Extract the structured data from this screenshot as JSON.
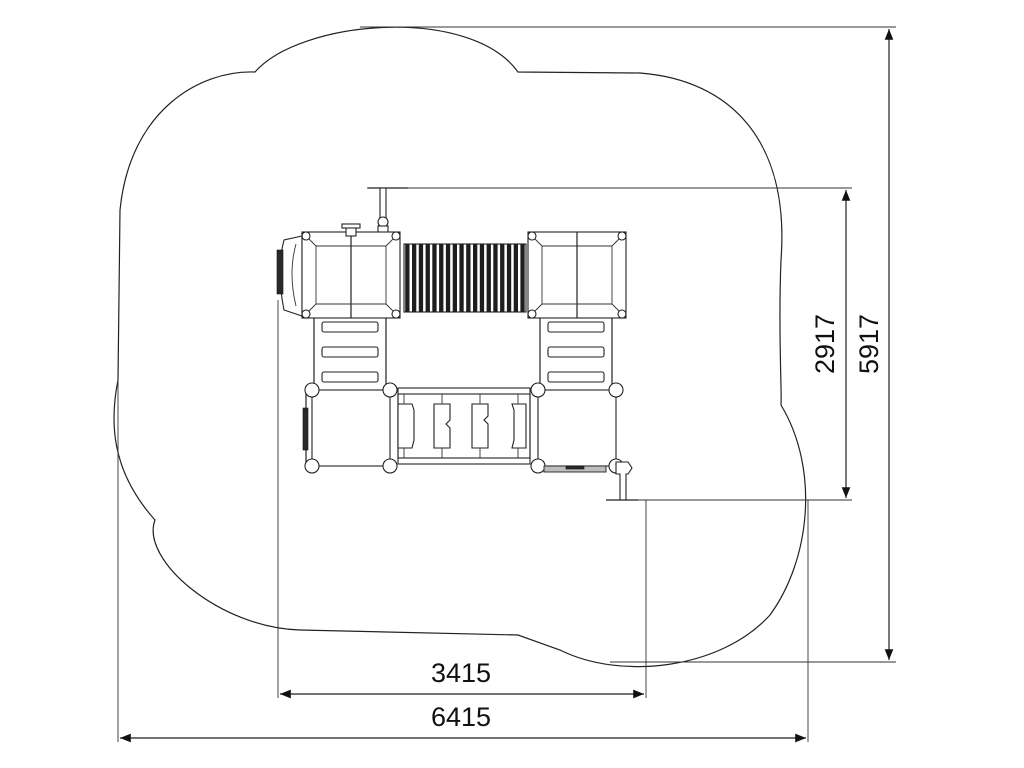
{
  "dimensions": {
    "equipment_width": "3415",
    "safety_zone_width": "6415",
    "equipment_depth": "2917",
    "safety_zone_depth": "5917"
  }
}
